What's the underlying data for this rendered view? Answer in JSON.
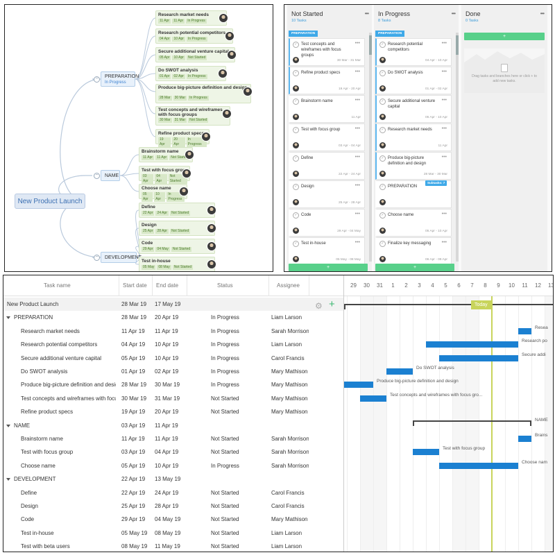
{
  "mindmap": {
    "root": "New Product Launch",
    "groups": [
      {
        "name": "PREPARATION",
        "status": "In Progress"
      },
      {
        "name": "NAME",
        "status": ""
      },
      {
        "name": "DEVELOPMENT",
        "status": ""
      }
    ],
    "collapse_glyph": "−",
    "tasks": [
      {
        "name": "Research market needs",
        "start": "11 Apr",
        "end": "11 Apr",
        "status": "In Progress"
      },
      {
        "name": "Research potential competitors",
        "start": "04 Apr",
        "end": "10 Apr",
        "status": "In Progress"
      },
      {
        "name": "Secure additional venture capital",
        "start": "05 Apr",
        "end": "10 Apr",
        "status": "Not Started"
      },
      {
        "name": "Do SWOT analysis",
        "start": "01 Apr",
        "end": "02 Apr",
        "status": "In Progress"
      },
      {
        "name": "Produce big-picture definition and design",
        "start": "28 Mar",
        "end": "30 Mar",
        "status": "In Progress"
      },
      {
        "name": "Test concepts and wireframes with focus groups",
        "start": "30 Mar",
        "end": "31 Mar",
        "status": "Not Started"
      },
      {
        "name": "Refine product specs",
        "start": "19 Apr",
        "end": "20 Apr",
        "status": "In Progress"
      },
      {
        "name": "Brainstorm name",
        "start": "11 Apr",
        "end": "11 Apr",
        "status": "Not Started"
      },
      {
        "name": "Test with focus group",
        "start": "03 Apr",
        "end": "04 Apr",
        "status": "Not Started"
      },
      {
        "name": "Choose name",
        "start": "05 Apr",
        "end": "10 Apr",
        "status": "In Progress"
      },
      {
        "name": "Define",
        "start": "22 Apr",
        "end": "24 Apr",
        "status": "Not Started"
      },
      {
        "name": "Design",
        "start": "25 Apr",
        "end": "28 Apr",
        "status": "Not Started"
      },
      {
        "name": "Code",
        "start": "29 Apr",
        "end": "04 May",
        "status": "Not Started"
      },
      {
        "name": "Test in-house",
        "start": "05 May",
        "end": "08 May",
        "status": "Not Started"
      }
    ]
  },
  "board": {
    "more_glyph": "•••",
    "add_glyph": "+",
    "check_glyph": "✓",
    "columns": [
      {
        "title": "Not Started",
        "count": "10 Tasks"
      },
      {
        "title": "In Progress",
        "count": "8 Tasks"
      },
      {
        "title": "Done",
        "count": "0 Tasks"
      }
    ],
    "group_tag": "PREPARATION",
    "not_started": [
      {
        "title": "Test concepts and wireframes with focus groups",
        "date": "30 Mar - 31 Mar"
      },
      {
        "title": "Refine product specs",
        "date": "19 Apr - 20 Apr"
      },
      {
        "title": "Brainstorm name",
        "date": "11 Apr"
      },
      {
        "title": "Test with focus group",
        "date": "03 Apr - 04 Apr"
      },
      {
        "title": "Define",
        "date": "22 Apr - 24 Apr"
      },
      {
        "title": "Design",
        "date": "25 Apr - 28 Apr"
      },
      {
        "title": "Code",
        "date": "29 Apr - 04 May"
      },
      {
        "title": "Test in-house",
        "date": "05 May - 08 May"
      }
    ],
    "in_progress": [
      {
        "title": "Research potential competitors",
        "date": "04 Apr - 10 Apr"
      },
      {
        "title": "Do SWOT analysis",
        "date": "01 Apr - 02 Apr"
      },
      {
        "title": "Secure additional venture capital",
        "date": "05 Apr - 10 Apr"
      },
      {
        "title": "Research market needs",
        "date": "11 Apr"
      },
      {
        "title": "Produce big-picture definition and design",
        "date": "28 Mar - 30 Mar"
      },
      {
        "title": "PREPARATION",
        "date": ""
      },
      {
        "title": "Choose name",
        "date": "05 Apr - 10 Apr"
      },
      {
        "title": "Finalize key messaging",
        "date": "06 Apr - 09 Apr"
      }
    ],
    "subtasks_badge": "Subtasks: 7",
    "done_empty": "Drag tasks and branches here or click + to add new tasks."
  },
  "gantt": {
    "headers": {
      "task": "Task name",
      "start": "Start date",
      "end": "End date",
      "status": "Status",
      "assignee": "Assignee"
    },
    "rows": [
      {
        "name": "New Product Launch",
        "start": "28 Mar 19",
        "end": "17 May 19",
        "status": "",
        "assignee": "",
        "level": 0
      },
      {
        "name": "PREPARATION",
        "start": "28 Mar 19",
        "end": "20 Apr 19",
        "status": "In Progress",
        "assignee": "Liam Larson",
        "level": 1
      },
      {
        "name": "Research market needs",
        "start": "11 Apr 19",
        "end": "11 Apr 19",
        "status": "In Progress",
        "assignee": "Sarah Morrison",
        "level": 2
      },
      {
        "name": "Research potential competitors",
        "start": "04 Apr 19",
        "end": "10 Apr 19",
        "status": "In Progress",
        "assignee": "Liam Larson",
        "level": 2
      },
      {
        "name": "Secure additional venture capital",
        "start": "05 Apr 19",
        "end": "10 Apr 19",
        "status": "In Progress",
        "assignee": "Carol Francis",
        "level": 2
      },
      {
        "name": "Do SWOT analysis",
        "start": "01 Apr 19",
        "end": "02 Apr 19",
        "status": "In Progress",
        "assignee": "Mary Mathison",
        "level": 2
      },
      {
        "name": "Produce big-picture definition and design",
        "start": "28 Mar 19",
        "end": "30 Mar 19",
        "status": "In Progress",
        "assignee": "Mary Mathison",
        "level": 2
      },
      {
        "name": "Test concepts and wireframes with focus groups",
        "start": "30 Mar 19",
        "end": "31 Mar 19",
        "status": "Not Started",
        "assignee": "Mary Mathison",
        "level": 2
      },
      {
        "name": "Refine product specs",
        "start": "19 Apr 19",
        "end": "20 Apr 19",
        "status": "Not Started",
        "assignee": "Mary Mathison",
        "level": 2
      },
      {
        "name": "NAME",
        "start": "03 Apr 19",
        "end": "11 Apr 19",
        "status": "",
        "assignee": "",
        "level": 1
      },
      {
        "name": "Brainstorm name",
        "start": "11 Apr 19",
        "end": "11 Apr 19",
        "status": "Not Started",
        "assignee": "Sarah Morrison",
        "level": 2
      },
      {
        "name": "Test with focus group",
        "start": "03 Apr 19",
        "end": "04 Apr 19",
        "status": "Not Started",
        "assignee": "Sarah Morrison",
        "level": 2
      },
      {
        "name": "Choose name",
        "start": "05 Apr 19",
        "end": "10 Apr 19",
        "status": "In Progress",
        "assignee": "Sarah Morrison",
        "level": 2
      },
      {
        "name": "DEVELOPMENT",
        "start": "22 Apr 19",
        "end": "13 May 19",
        "status": "",
        "assignee": "",
        "level": 1
      },
      {
        "name": "Define",
        "start": "22 Apr 19",
        "end": "24 Apr 19",
        "status": "Not Started",
        "assignee": "Carol Francis",
        "level": 2
      },
      {
        "name": "Design",
        "start": "25 Apr 19",
        "end": "28 Apr 19",
        "status": "Not Started",
        "assignee": "Carol Francis",
        "level": 2
      },
      {
        "name": "Code",
        "start": "29 Apr 19",
        "end": "04 May 19",
        "status": "Not Started",
        "assignee": "Mary Mathison",
        "level": 2
      },
      {
        "name": "Test in-house",
        "start": "05 May 19",
        "end": "08 May 19",
        "status": "Not Started",
        "assignee": "Liam Larson",
        "level": 2
      },
      {
        "name": "Test with beta users",
        "start": "08 May 19",
        "end": "11 May 19",
        "status": "Not Started",
        "assignee": "Liam Larson",
        "level": 2
      }
    ],
    "days": [
      "29",
      "30",
      "31",
      "1",
      "2",
      "3",
      "4",
      "5",
      "6",
      "7",
      "8",
      "9",
      "10",
      "11",
      "12",
      "13"
    ],
    "today_label": "Today",
    "gear_glyph": "⚙",
    "plus_glyph": "+",
    "bar_labels": [
      {
        "row": 2,
        "text": "Resea"
      },
      {
        "row": 3,
        "text": "Research po"
      },
      {
        "row": 4,
        "text": "Secure addi"
      },
      {
        "row": 5,
        "text": "Do SWOT analysis"
      },
      {
        "row": 6,
        "text": "Produce big-picture definition and design"
      },
      {
        "row": 7,
        "text": "Test concepts and wireframes with focus gro..."
      },
      {
        "row": 9,
        "text": "NAME"
      },
      {
        "row": 10,
        "text": "Brains"
      },
      {
        "row": 11,
        "text": "Test with focus group"
      },
      {
        "row": 12,
        "text": "Choose nam"
      }
    ]
  }
}
